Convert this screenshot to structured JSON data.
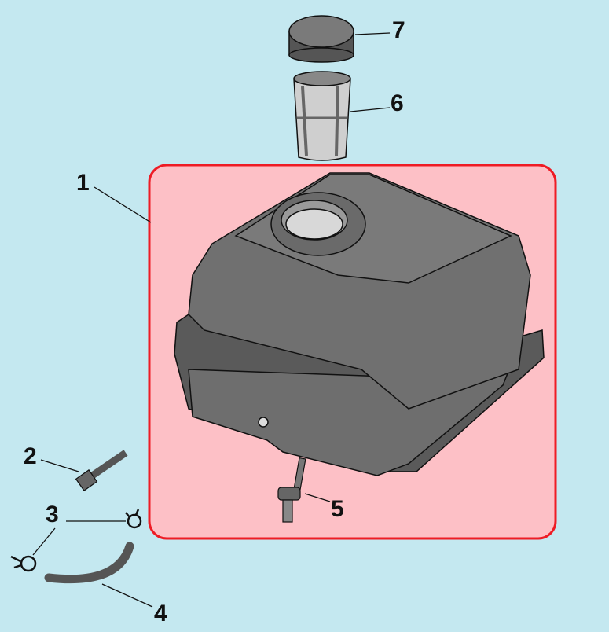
{
  "diagram": {
    "callouts": [
      {
        "number": "1",
        "part": "fuel-tank"
      },
      {
        "number": "2",
        "part": "bolt"
      },
      {
        "number": "3",
        "part": "hose-clamp"
      },
      {
        "number": "4",
        "part": "fuel-hose"
      },
      {
        "number": "5",
        "part": "fuel-valve"
      },
      {
        "number": "6",
        "part": "fuel-filter-strainer"
      },
      {
        "number": "7",
        "part": "fuel-cap"
      }
    ],
    "colors": {
      "background": "#c4e8f0",
      "highlight_fill": "#fdc0c6",
      "highlight_border": "#ee1c25",
      "part": "#6b6b6b"
    }
  }
}
